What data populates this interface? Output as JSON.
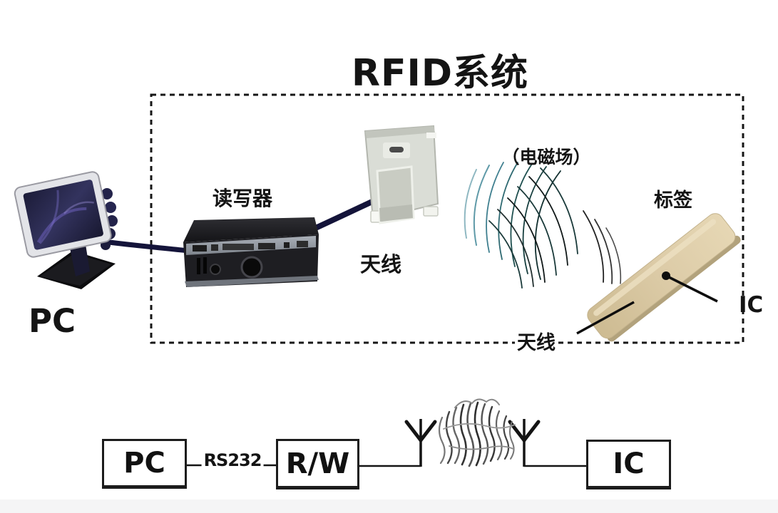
{
  "title": "RFID系统",
  "pc_label": "PC",
  "system_box": {
    "reader_label": "读写器",
    "antenna_label": "天线",
    "field_label": "（电磁场）",
    "tag_label": "标签",
    "tag_antenna_label": "天线",
    "tag_ic_label": "IC"
  },
  "block_diagram": {
    "pc_box_label": "PC",
    "link_label": "RS232",
    "reader_box_label": "R/W",
    "ic_box_label": "IC"
  },
  "colors": {
    "cable_navy": "#14143a",
    "field_teal": "#4f8f9c",
    "tag_beige": "#d9c7a1",
    "line_black": "#1a1a1a"
  }
}
